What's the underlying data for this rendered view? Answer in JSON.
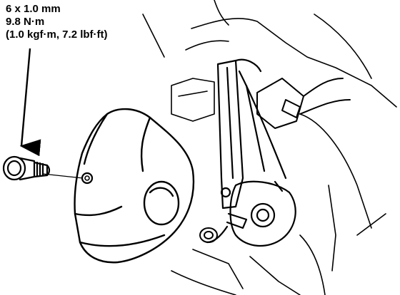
{
  "torque_spec": {
    "bolt_size": "6 x 1.0 mm",
    "torque_nm": "9.8 N·m",
    "torque_alt": "(1.0 kgf·m, 7.2 lbf·ft)"
  },
  "colors": {
    "ink": "#000000",
    "paper": "#ffffff"
  },
  "icons": {
    "bolt": "hex-flange-bolt-icon"
  }
}
